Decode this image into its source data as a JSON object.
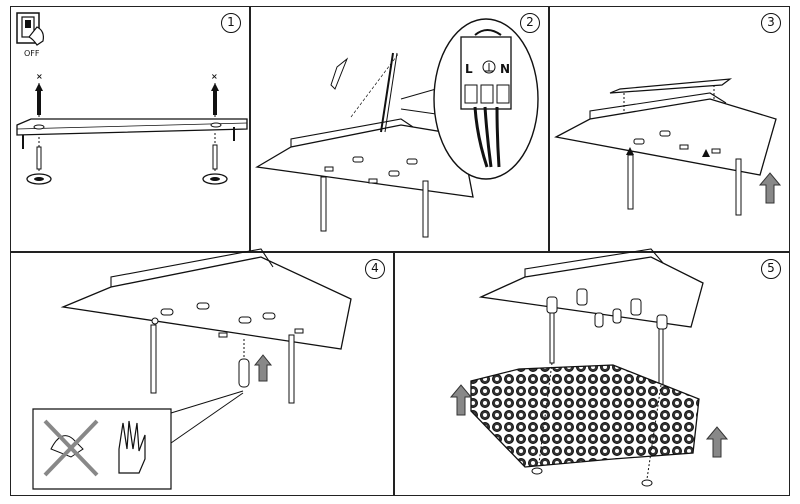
{
  "steps": [
    "1",
    "2",
    "3",
    "4",
    "5"
  ],
  "panel1": {
    "switch_label": "OFF"
  },
  "panel2": {
    "terminal_left": "L",
    "terminal_right": "N"
  }
}
